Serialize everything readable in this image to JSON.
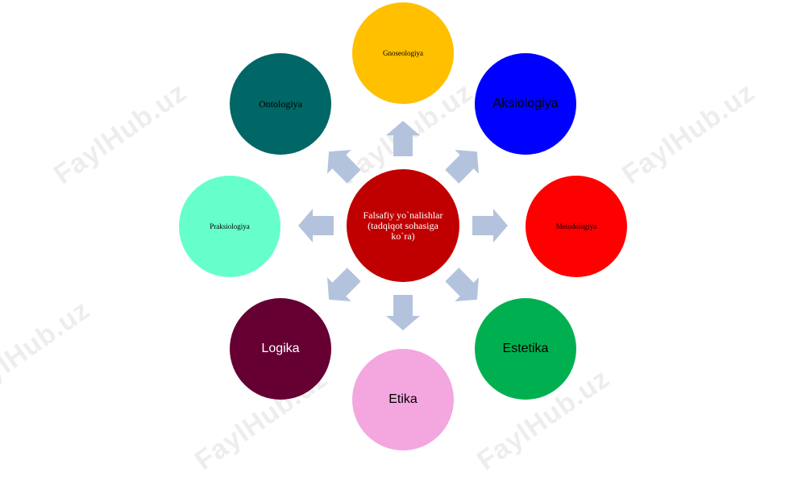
{
  "center": {
    "label": "Falsafiy yo`nalishlar (tadqiqot sohasiga ko`ra)",
    "color": "#C00000"
  },
  "nodes": [
    {
      "id": "gnoseologiya",
      "label": "Gnoseologiya",
      "color": "#FFC000"
    },
    {
      "id": "aksiologiya",
      "label": "Aksiologiya",
      "color": "#0000FF"
    },
    {
      "id": "metodologiya",
      "label": "Metodologiya",
      "color": "#FF0000"
    },
    {
      "id": "estetika",
      "label": "Estetika",
      "color": "#00B050"
    },
    {
      "id": "etika",
      "label": "Etika",
      "color": "#F4A6DF"
    },
    {
      "id": "logika",
      "label": "Logika",
      "color": "#660033"
    },
    {
      "id": "praksiologiya",
      "label": "Praksiologiya",
      "color": "#66FFCC"
    },
    {
      "id": "ontologiya",
      "label": "Ontologiya",
      "color": "#006666"
    }
  ],
  "arrow_color": "#B4C3DD",
  "watermark": "FaylHub.uz"
}
